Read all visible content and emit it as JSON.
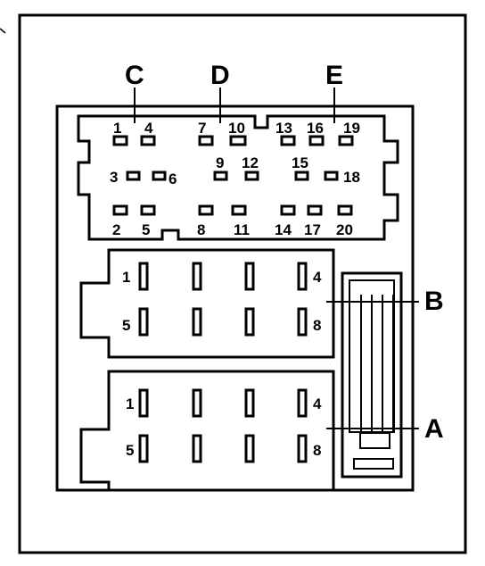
{
  "diagram": {
    "title": "",
    "colors": {
      "line": "#000000",
      "background": "#ffffff"
    },
    "connector_labels": {
      "C": "C",
      "D": "D",
      "E": "E",
      "B": "B",
      "A": "A"
    },
    "top_connector": {
      "pins_top": [
        "1",
        "4",
        "7",
        "10",
        "13",
        "16",
        "19"
      ],
      "pins_mid": [
        "3",
        "6",
        "9",
        "12",
        "15",
        "18"
      ],
      "pins_bottom": [
        "2",
        "5",
        "8",
        "11",
        "14",
        "17",
        "20"
      ]
    },
    "block_b": {
      "pin_tl": "1",
      "pin_tr": "4",
      "pin_bl": "5",
      "pin_br": "8"
    },
    "block_a": {
      "pin_tl": "1",
      "pin_tr": "4",
      "pin_bl": "5",
      "pin_br": "8"
    }
  }
}
